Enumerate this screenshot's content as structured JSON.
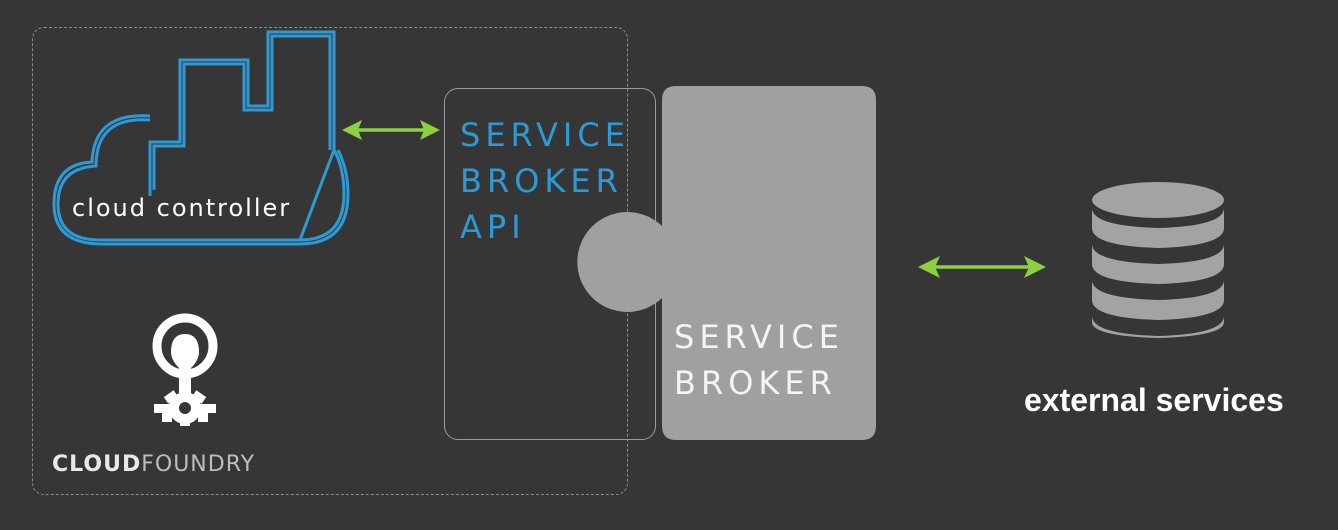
{
  "diagram": {
    "cloud_controller": {
      "label": "cloud controller"
    },
    "cloud_foundry": {
      "word_bold": "CLOUD",
      "word_light": "FOUNDRY"
    },
    "service_broker_api": {
      "lines": [
        "SERVICE",
        "BROKER",
        "API"
      ]
    },
    "service_broker": {
      "lines": [
        "SERVICE",
        "BROKER"
      ]
    },
    "external_services": {
      "label": "external services"
    },
    "colors": {
      "background": "#363636",
      "accent_blue": "#2d9ad6",
      "arrow_green": "#8cd13e",
      "broker_gray": "#a0a0a0",
      "database_gray": "#a3a3a3",
      "boundary_gray": "#8a8a8a"
    },
    "icons": [
      "cloud-controller-icon",
      "cloud-foundry-logo-icon",
      "database-icon",
      "bidirectional-arrow-icon"
    ]
  }
}
